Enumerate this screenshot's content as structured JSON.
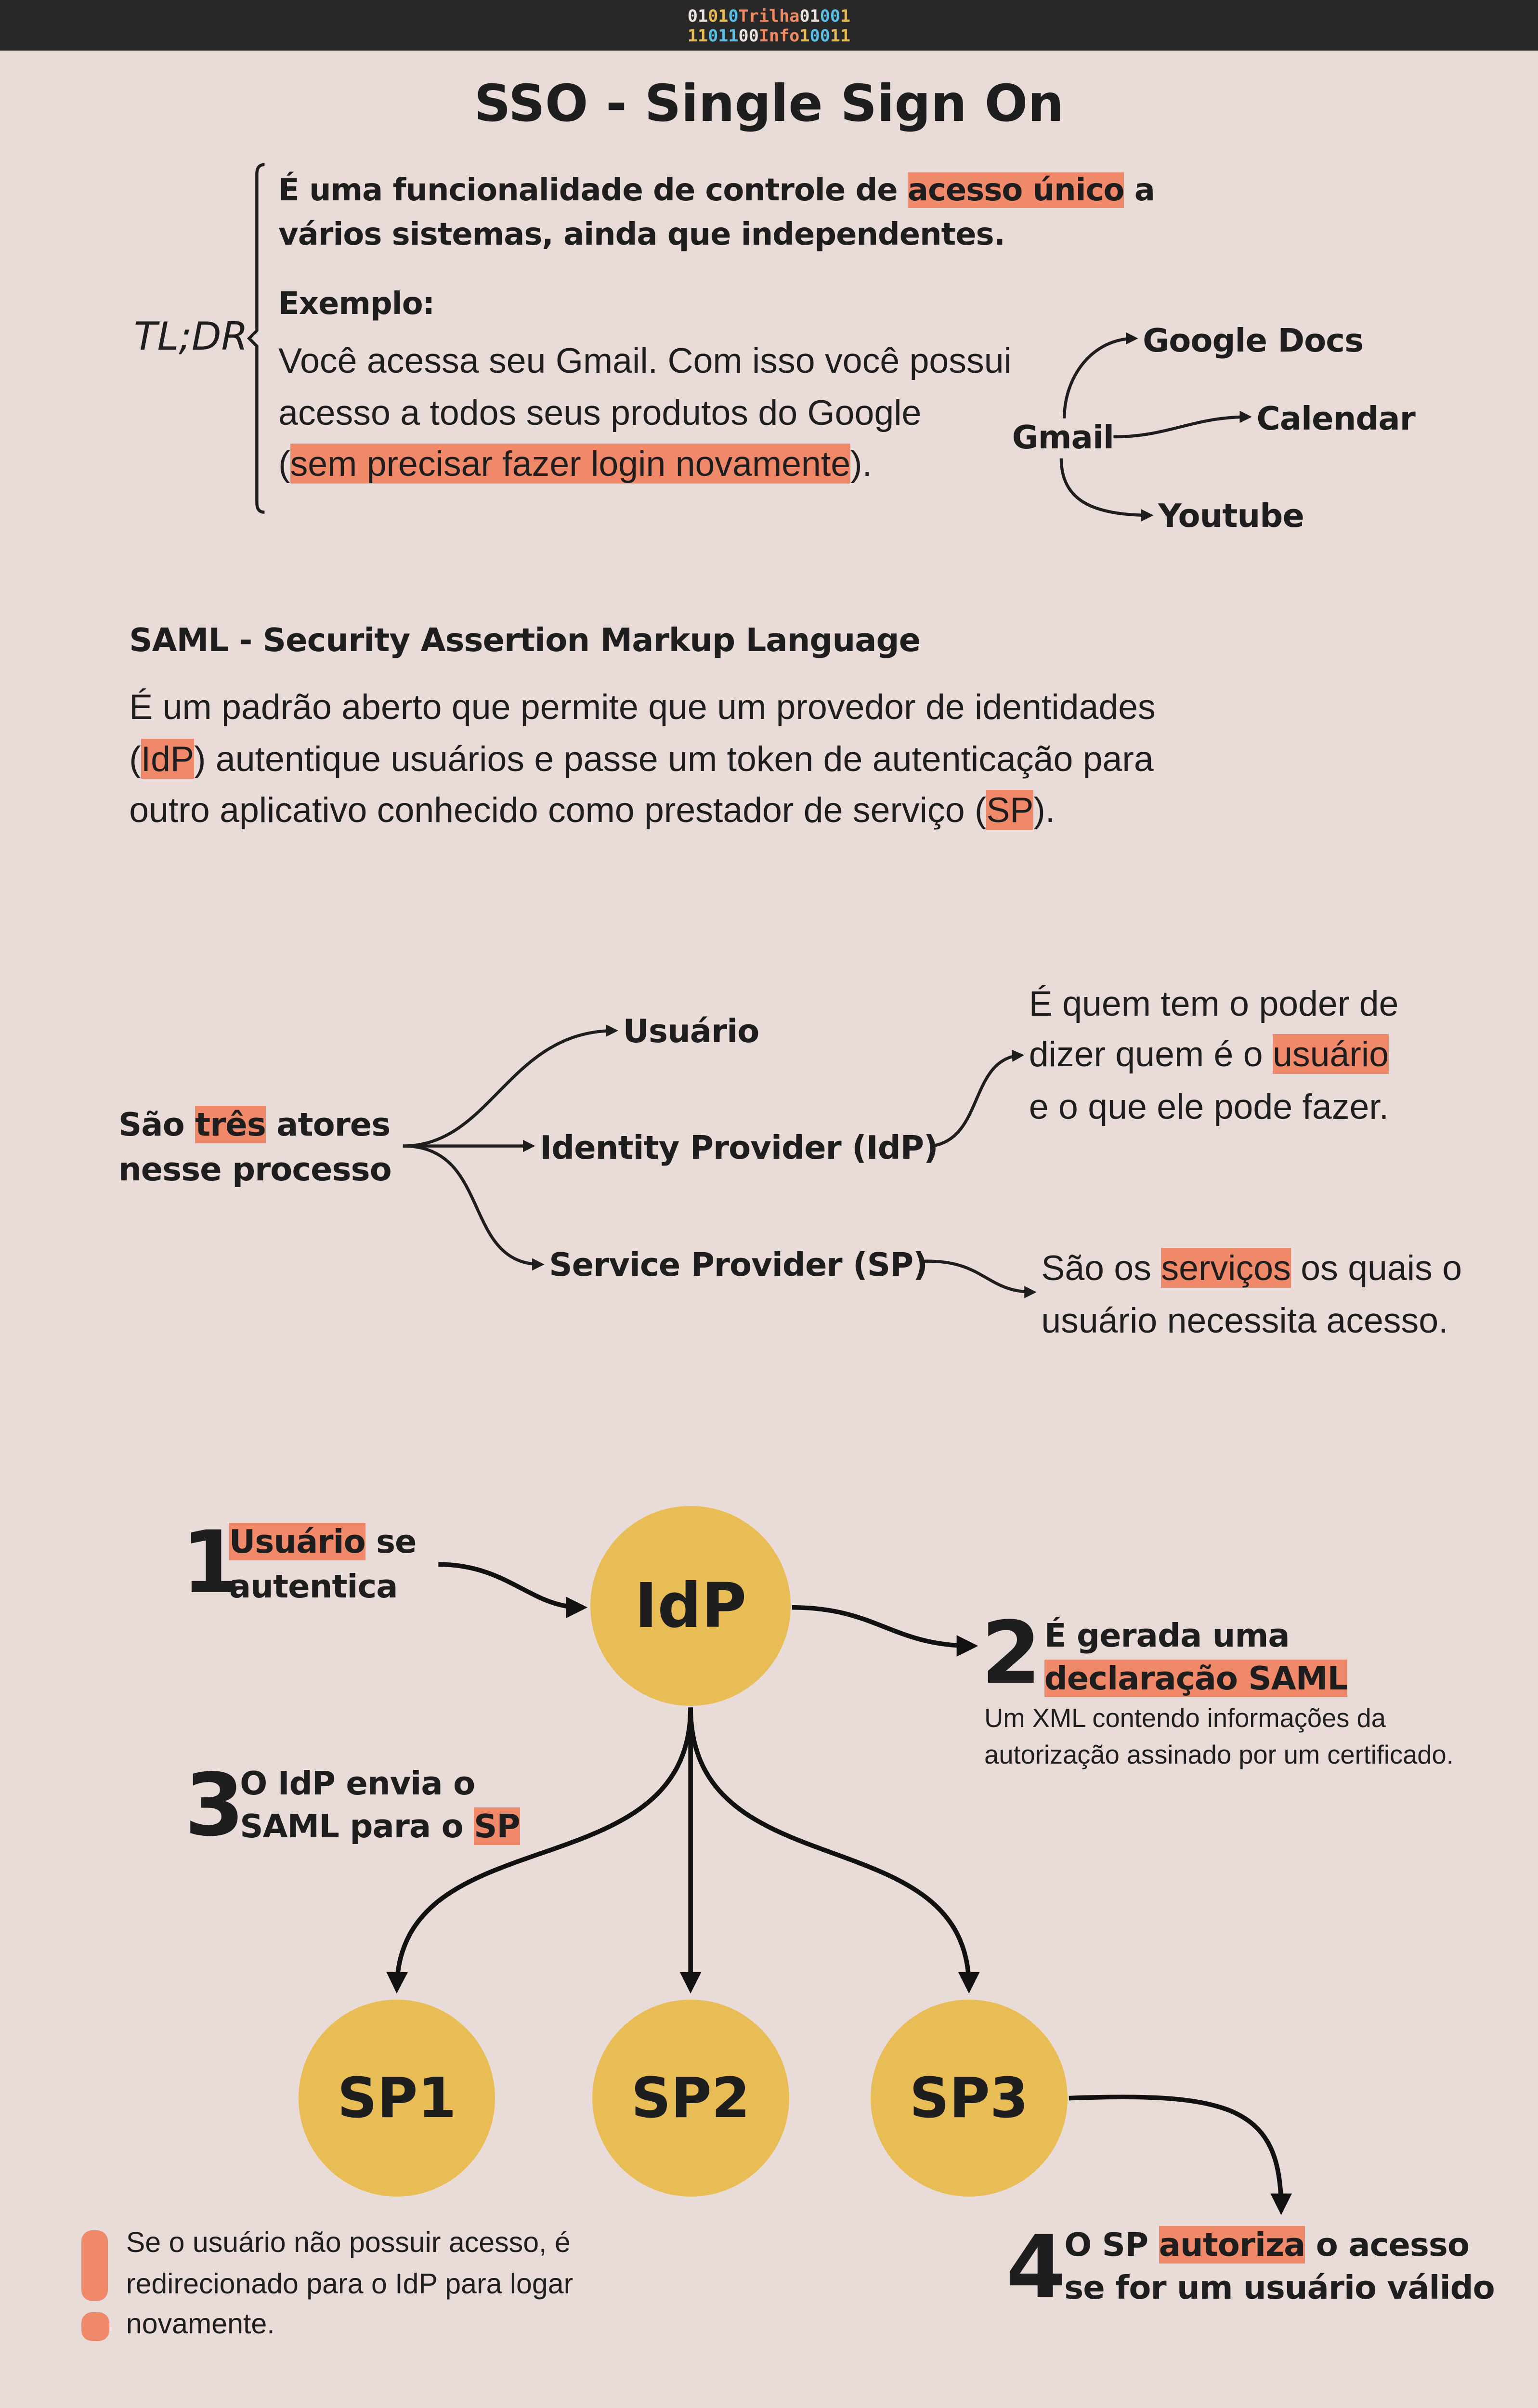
{
  "header": {
    "line1": [
      {
        "t": "01",
        "c": "w"
      },
      {
        "t": "01",
        "c": "y"
      },
      {
        "t": "0",
        "c": "c"
      },
      {
        "t": "Trilha",
        "c": "o"
      },
      {
        "t": "01",
        "c": "w"
      },
      {
        "t": "00",
        "c": "c"
      },
      {
        "t": "1",
        "c": "y"
      }
    ],
    "line2": [
      {
        "t": "11",
        "c": "y"
      },
      {
        "t": "011",
        "c": "c"
      },
      {
        "t": "00",
        "c": "w"
      },
      {
        "t": "Info",
        "c": "o"
      },
      {
        "t": "1",
        "c": "y"
      },
      {
        "t": "00",
        "c": "c"
      },
      {
        "t": "11",
        "c": "y"
      }
    ]
  },
  "colors": {
    "background": "#e9dbd7",
    "highlight": "#f0896a",
    "circle": "#e9bd55",
    "topbar": "#282828"
  },
  "title": "SSO - Single Sign On",
  "tldr": {
    "label": "TL;DR",
    "lead1a": "É uma funcionalidade de controle de ",
    "lead1b": "acesso único",
    "lead1c": " a",
    "lead2": "vários sistemas, ainda que independentes.",
    "example_label": "Exemplo:",
    "ex1": "Você acessa seu Gmail. Com isso você possui",
    "ex2": "acesso a todos seus produtos do Google",
    "ex3a": "(",
    "ex3b": "sem precisar fazer login novamente",
    "ex3c": ")."
  },
  "gmail_diagram": {
    "source": "Gmail",
    "targets": [
      "Google Docs",
      "Calendar",
      "Youtube"
    ]
  },
  "saml": {
    "heading": "SAML - Security Assertion Markup Language",
    "l1": "É um padrão aberto que permite que um provedor de identidades",
    "l2a": "(",
    "l2b": "IdP",
    "l2c": ") autentique usuários e passe um token de autenticação  para",
    "l3a": "outro aplicativo conhecido como prestador de serviço (",
    "l3b": "SP",
    "l3c": ")."
  },
  "actors": {
    "l1a": "São ",
    "l1b": "três",
    "l1c": " atores",
    "l2": "nesse processo",
    "items": [
      "Usuário",
      "Identity Provider (IdP)",
      "Service Provider (SP)"
    ],
    "idp_desc": {
      "l1": "É quem tem o poder de",
      "l2a": "dizer quem é o ",
      "l2b": "usuário",
      "l3": "e o que ele pode fazer."
    },
    "sp_desc": {
      "l1a": "São os ",
      "l1b": "serviços",
      "l1c": " os quais o",
      "l2": "usuário necessita acesso."
    }
  },
  "flow": {
    "idp": "IdP",
    "sps": [
      "SP1",
      "SP2",
      "SP3"
    ],
    "step1": {
      "num": "1",
      "l1a": "Usuário",
      "l1b": " se",
      "l2": "autentica"
    },
    "step2": {
      "num": "2",
      "l1": "É gerada uma",
      "l2": "declaração SAML",
      "d1": "Um XML contendo informações da",
      "d2": "autorização assinado por um certificado."
    },
    "step3": {
      "num": "3",
      "l1": "O IdP envia o",
      "l2a": "SAML para o ",
      "l2b": "SP"
    },
    "step4": {
      "num": "4",
      "l1a": "O SP ",
      "l1b": "autoriza",
      "l1c": " o acesso",
      "l2": "se for um usuário válido"
    }
  },
  "note": {
    "icon": "exclamation-icon",
    "l1": "Se o usuário não possuir acesso, é",
    "l2": "redirecionado para o IdP para logar",
    "l3": "novamente."
  }
}
